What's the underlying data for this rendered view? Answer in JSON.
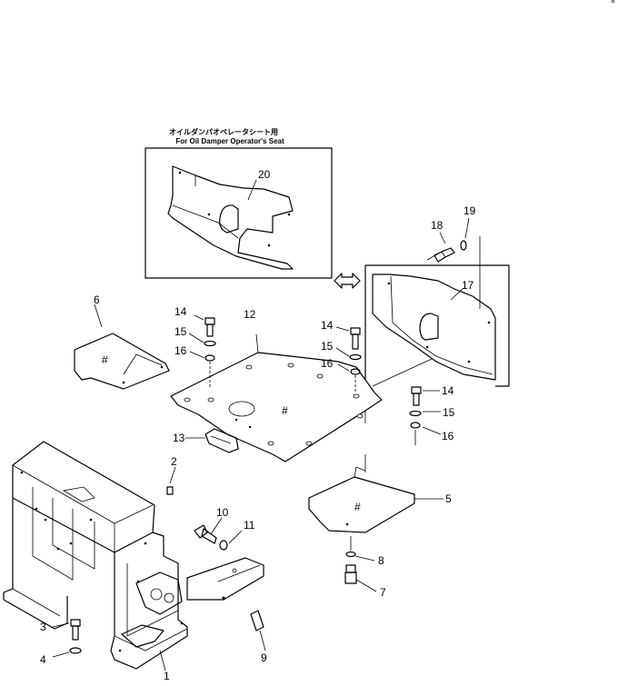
{
  "inset": {
    "caption_jp": "オイルダンパオペレータシート用",
    "caption_en": "For Oil Damper Operator's Seat"
  },
  "corner_mark": "°",
  "hash_symbol": "#",
  "callouts": {
    "c1": "1",
    "c2": "2",
    "c3": "3",
    "c4": "4",
    "c5": "5",
    "c6": "6",
    "c7": "7",
    "c8": "8",
    "c9": "9",
    "c10": "10",
    "c11": "11",
    "c12": "12",
    "c13": "13",
    "c14a": "14",
    "c14b": "14",
    "c14c": "14",
    "c15a": "15",
    "c15b": "15",
    "c15c": "15",
    "c16a": "16",
    "c16b": "16",
    "c16c": "16",
    "c17": "17",
    "c18": "18",
    "c19": "19",
    "c20": "20"
  }
}
